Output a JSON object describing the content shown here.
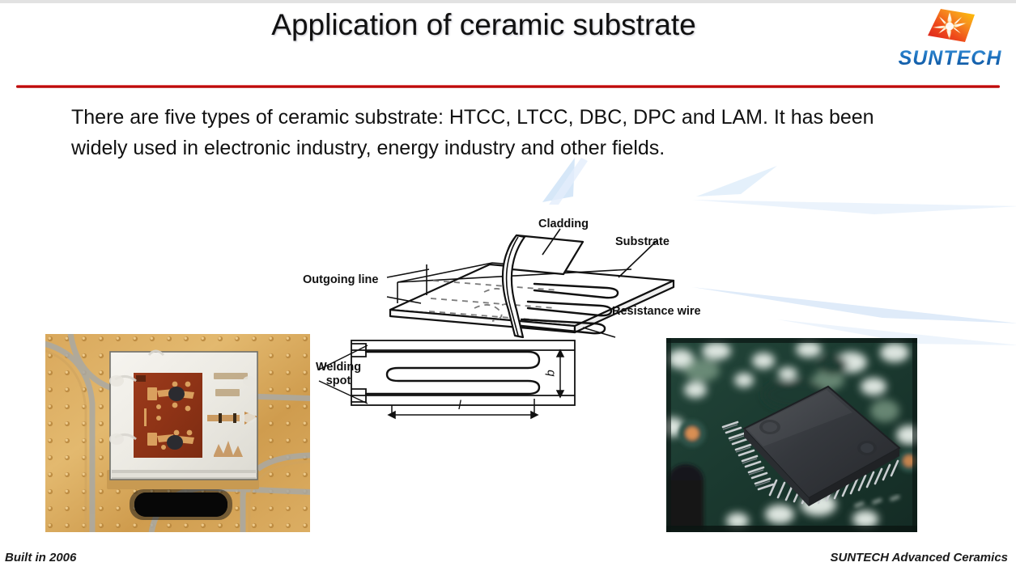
{
  "slide": {
    "title": "Application of ceramic substrate",
    "body_text": "There are five types of ceramic substrate: HTCC, LTCC, DBC, DPC and LAM. It has been widely used in electronic industry, energy industry and other fields.",
    "accent_color": "#c00000",
    "brand_color": "#1b6fbd",
    "background_color": "#ffffff"
  },
  "logo": {
    "wordmark": "SUNTECH",
    "mark_colors": [
      "#e2231a",
      "#f7941e",
      "#ffd200"
    ]
  },
  "diagram": {
    "labels": {
      "cladding": "Cladding",
      "substrate": "Substrate",
      "outgoing_line": "Outgoing line",
      "resistance_wire": "Resistance wire",
      "welding_spot": "Welding spot"
    },
    "dimensions": {
      "width_symbol": "b",
      "length_symbol": "l"
    }
  },
  "photos": {
    "left": {
      "caption": "gold-plated PCB with white ceramic substrate and red die"
    },
    "right": {
      "caption": "green PCB with black QFP chip"
    }
  },
  "footer": {
    "left": "Built in 2006",
    "right": "SUNTECH Advanced  Ceramics"
  }
}
